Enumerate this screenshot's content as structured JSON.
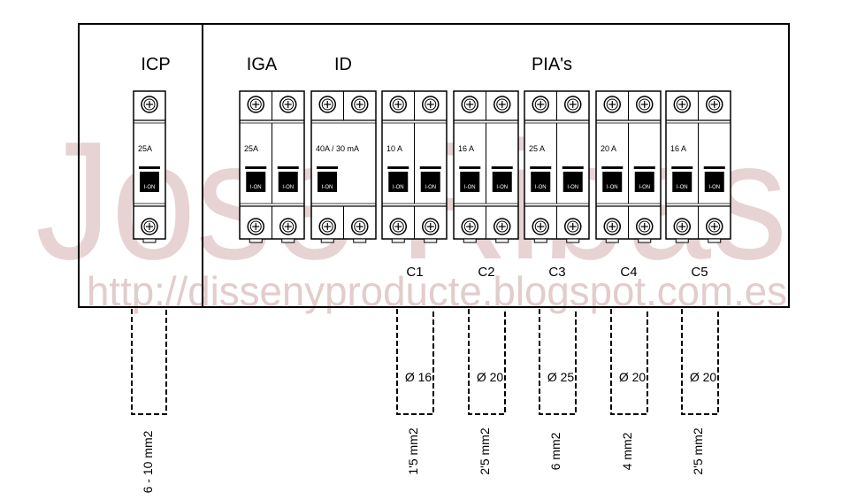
{
  "watermark": {
    "name": "Jose Ribas",
    "url": "http://dissenyproducte.blogspot.com.es"
  },
  "panel": {
    "sections": {
      "icp": "ICP",
      "iga": "IGA",
      "id": "ID",
      "pias": "PIA's"
    }
  },
  "breakers": [
    {
      "name": "icp",
      "poles": 1,
      "rating": "25A",
      "switch": "I-ON"
    },
    {
      "name": "iga",
      "poles": 2,
      "rating": "25A",
      "switch": "I-ON"
    },
    {
      "name": "id",
      "poles": 2,
      "rating": "40A / 30 mA",
      "switch": "I-ON"
    },
    {
      "name": "c1",
      "poles": 2,
      "rating": "10 A",
      "switch": "I-ON"
    },
    {
      "name": "c2",
      "poles": 2,
      "rating": "16 A",
      "switch": "I-ON"
    },
    {
      "name": "c3",
      "poles": 2,
      "rating": "25 A",
      "switch": "I-ON"
    },
    {
      "name": "c4",
      "poles": 2,
      "rating": "20 A",
      "switch": "I-ON"
    },
    {
      "name": "c5",
      "poles": 2,
      "rating": "16 A",
      "switch": "I-ON"
    }
  ],
  "circuits": [
    {
      "label": "C1",
      "conduit": "Ø 16",
      "section": "1'5 mm2"
    },
    {
      "label": "C2",
      "conduit": "Ø 20",
      "section": "2'5 mm2"
    },
    {
      "label": "C3",
      "conduit": "Ø 25",
      "section": "6 mm2"
    },
    {
      "label": "C4",
      "conduit": "Ø 20",
      "section": "4 mm2"
    },
    {
      "label": "C5",
      "conduit": "Ø 20",
      "section": "2'5 mm2"
    }
  ],
  "feed": {
    "section": "6 - 10 mm2"
  }
}
